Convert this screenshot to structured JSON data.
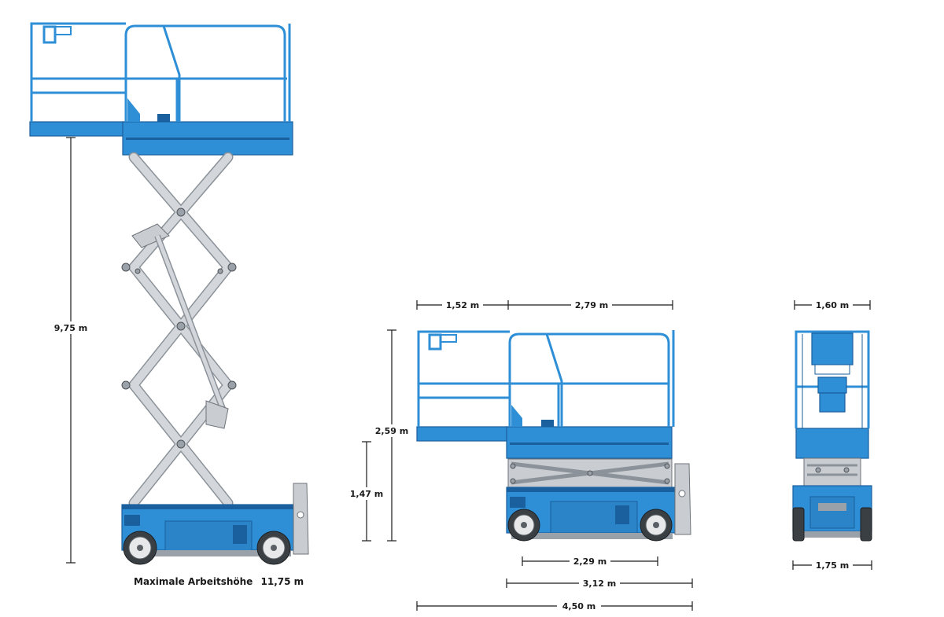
{
  "diagram": {
    "caption_label": "Maximale Arbeitshöhe",
    "caption_value": "11,75 m",
    "dimensions": {
      "platform_height": "9,75 m",
      "deck_extension": "1,52 m",
      "deck_length": "2,79 m",
      "stowed_height": "2,59 m",
      "rail_height": "1,47 m",
      "wheelbase": "2,29 m",
      "chassis_length": "3,12 m",
      "overall_length": "4,50 m",
      "deck_width": "1,60 m",
      "overall_width": "1,75 m"
    },
    "colors": {
      "machine_blue": "#2f8fd6",
      "outline_blue": "#1a5f9e",
      "scissor_grey": "#c9cdd2"
    }
  }
}
